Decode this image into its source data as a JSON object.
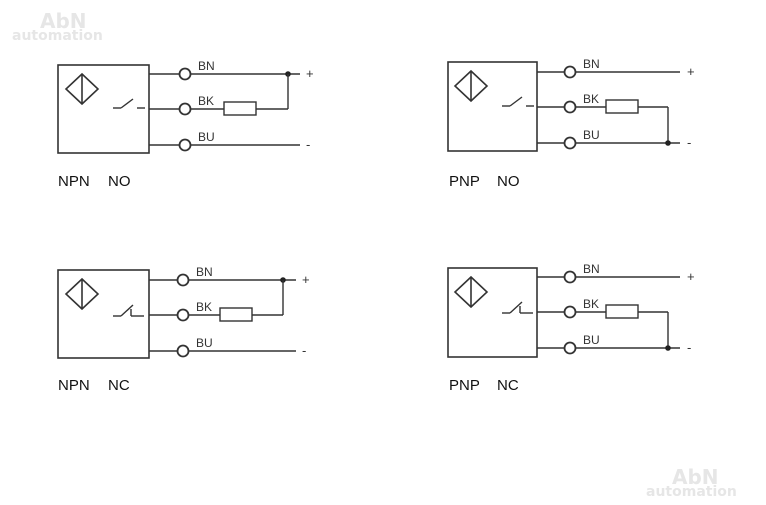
{
  "watermark": {
    "brand": "AbN",
    "sub": "automation"
  },
  "diagrams": [
    {
      "id": "npn-no",
      "type_label": "NPN",
      "state_label": "NO",
      "wires": [
        "BN",
        "BK",
        "BU"
      ],
      "plus": "+",
      "minus": "-"
    },
    {
      "id": "pnp-no",
      "type_label": "PNP",
      "state_label": "NO",
      "wires": [
        "BN",
        "BK",
        "BU"
      ],
      "plus": "+",
      "minus": "-"
    },
    {
      "id": "npn-nc",
      "type_label": "NPN",
      "state_label": "NC",
      "wires": [
        "BN",
        "BK",
        "BU"
      ],
      "plus": "+",
      "minus": "-"
    },
    {
      "id": "pnp-nc",
      "type_label": "PNP",
      "state_label": "NC",
      "wires": [
        "BN",
        "BK",
        "BU"
      ],
      "plus": "+",
      "minus": "-"
    }
  ]
}
